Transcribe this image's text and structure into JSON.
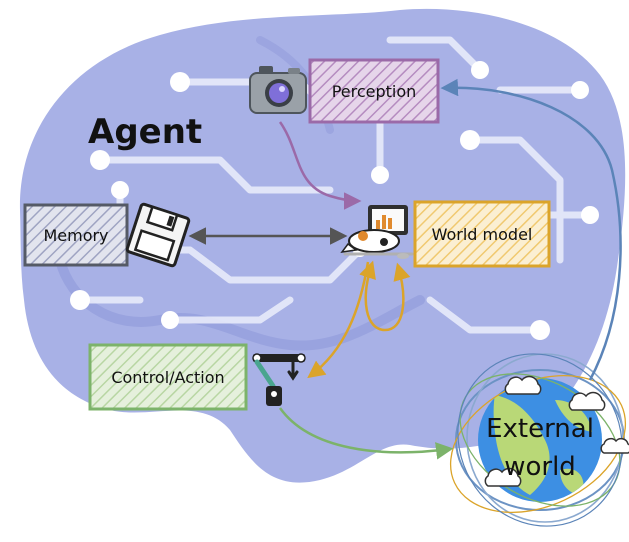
{
  "title": "Agent",
  "modules": {
    "perception": "Perception",
    "memory": "Memory",
    "world_model": "World model",
    "control_action": "Control/Action"
  },
  "external": {
    "line1": "External",
    "line2": "world"
  },
  "colors": {
    "brain": "#a8b1e6",
    "brain_dark": "#8f99da",
    "circuit": "#e8ebfa",
    "perception": "#9b6aa8",
    "memory": "#555a66",
    "world_model": "#dba42a",
    "control_action": "#7cb36a",
    "earth_ocean": "#3d8fe3",
    "earth_land": "#b9d877",
    "arrow_blue": "#5b84b8",
    "arrow_gray": "#555555"
  },
  "icons": [
    "camera-icon",
    "floppy-disk-icon",
    "laptop-cat-icon",
    "robot-arm-icon",
    "globe-icon",
    "cloud-icon"
  ]
}
